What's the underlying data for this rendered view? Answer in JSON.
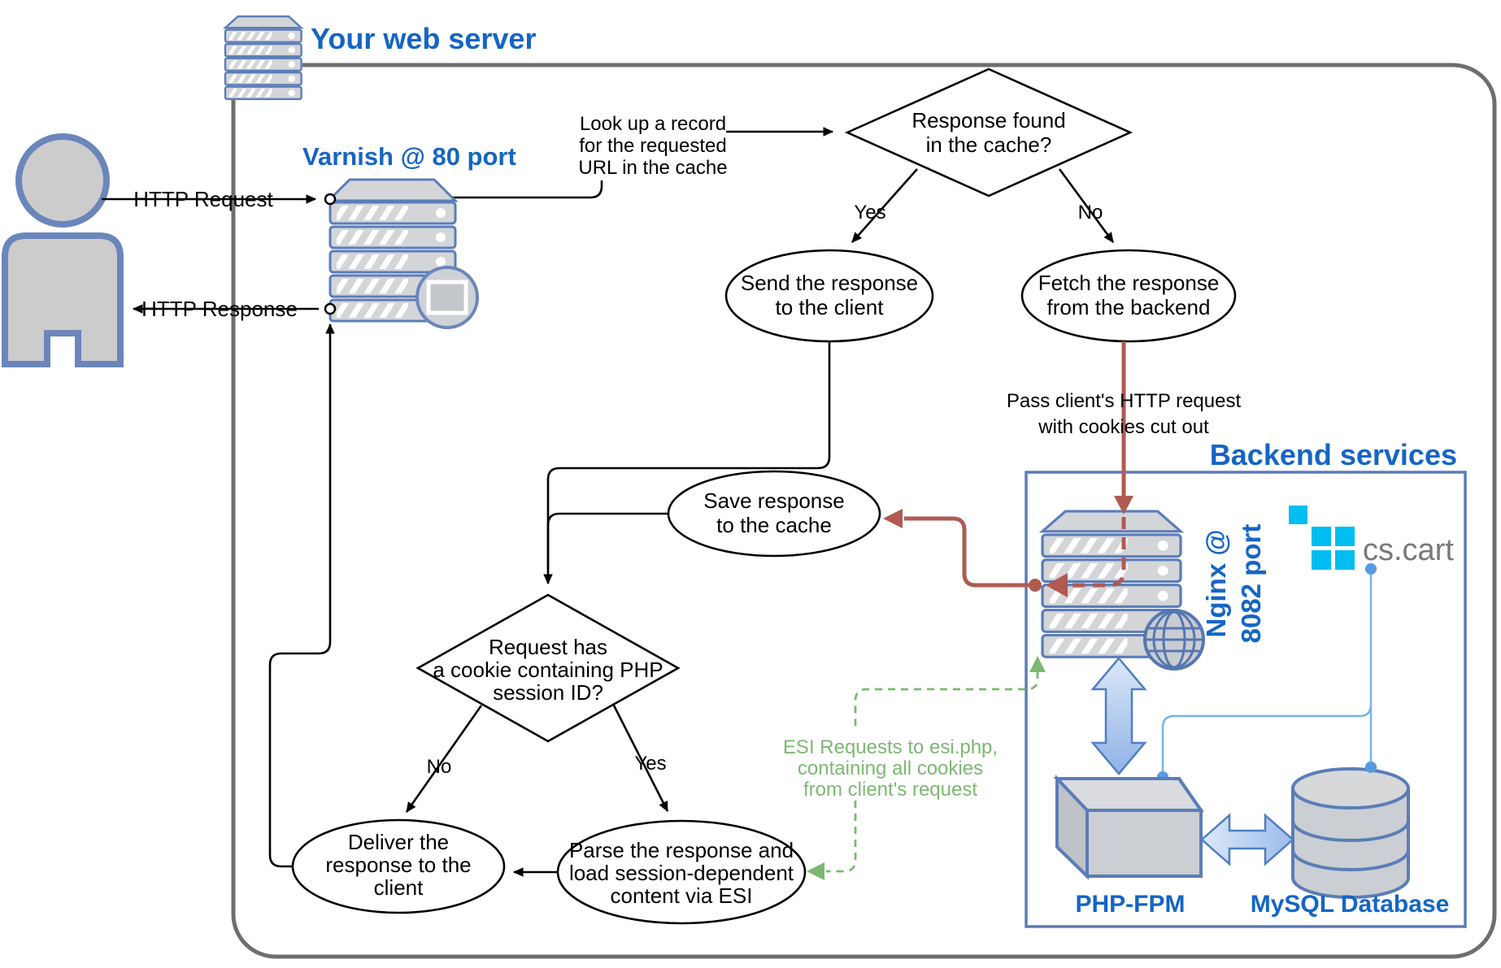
{
  "colors": {
    "blue_label": "#1565c4",
    "steel_border": "#5b7db8",
    "person_border": "#6b86bb",
    "red_arrow": "#b05a52",
    "green_esi": "#7db873",
    "light_blue": "#74b5ee",
    "light_blue_dot": "#569ae0",
    "cyan_logo": "#00bdf2",
    "gray_logo_text": "#77787b",
    "outer_border": "#6e6e6e",
    "icon_fill": "#d3d5d8"
  },
  "titles": {
    "your_web_server": "Your web server",
    "varnish": "Varnish @ 80 port",
    "backend_services": "Backend services",
    "nginx_line1": "Nginx @",
    "nginx_line2": "8082 port",
    "php_fpm": "PHP-FPM",
    "mysql": "MySQL Database",
    "cscart": "cs.cart"
  },
  "client": {
    "request_label": "HTTP Request",
    "response_label": "HTTP Response"
  },
  "edges": {
    "lookup": {
      "lines": [
        "Look up a record",
        "for the requested",
        "URL in the cache"
      ]
    },
    "pass_request": {
      "lines": [
        "Pass client's HTTP request",
        "with cookies cut out"
      ]
    },
    "esi": {
      "lines": [
        "ESI Requests to esi.php,",
        "containing all cookies",
        "from client's request"
      ]
    }
  },
  "decisions": {
    "cache_found": {
      "lines": [
        "Response found",
        "in the cache?"
      ],
      "yes": "Yes",
      "no": "No"
    },
    "cookie_session": {
      "lines": [
        "Request has",
        "a cookie containing PHP",
        "session ID?"
      ],
      "yes": "Yes",
      "no": "No"
    }
  },
  "processes": {
    "send_response": {
      "lines": [
        "Send the response",
        "to the client"
      ]
    },
    "fetch_backend": {
      "lines": [
        "Fetch the response",
        "from the backend"
      ]
    },
    "save_cache": {
      "lines": [
        "Save response",
        "to the cache"
      ]
    },
    "deliver": {
      "lines": [
        "Deliver the",
        "response to the",
        "client"
      ]
    },
    "parse_esi": {
      "lines": [
        "Parse the response and",
        "load session-dependent",
        "content via ESI"
      ]
    }
  },
  "icons": {
    "user": "user-icon",
    "server": "server-stack-icon",
    "monitor": "monitor-icon",
    "globe": "globe-icon",
    "database": "database-cylinder-icon",
    "cube": "cube-icon",
    "logo": "cscart-logo"
  }
}
